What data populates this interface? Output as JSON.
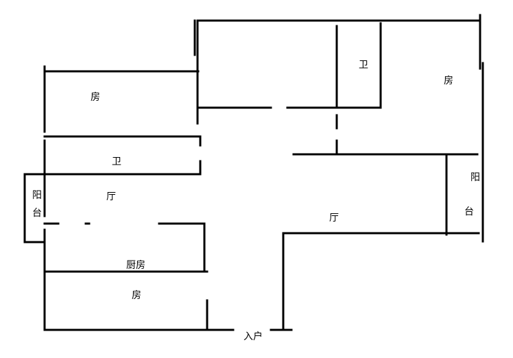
{
  "plan": {
    "labels": {
      "room_top_left": "房",
      "bath_left": "卫",
      "living_left": "厅",
      "balcony_left_1": "阳",
      "balcony_left_2": "台",
      "kitchen": "厨房",
      "room_bottom_left": "房",
      "bath_right": "卫",
      "room_top_right": "房",
      "balcony_right_1": "阳",
      "balcony_right_2": "台",
      "living_right": "厅",
      "entrance": "入户"
    },
    "colors": {
      "wall": "#000000",
      "background": "#ffffff"
    }
  }
}
